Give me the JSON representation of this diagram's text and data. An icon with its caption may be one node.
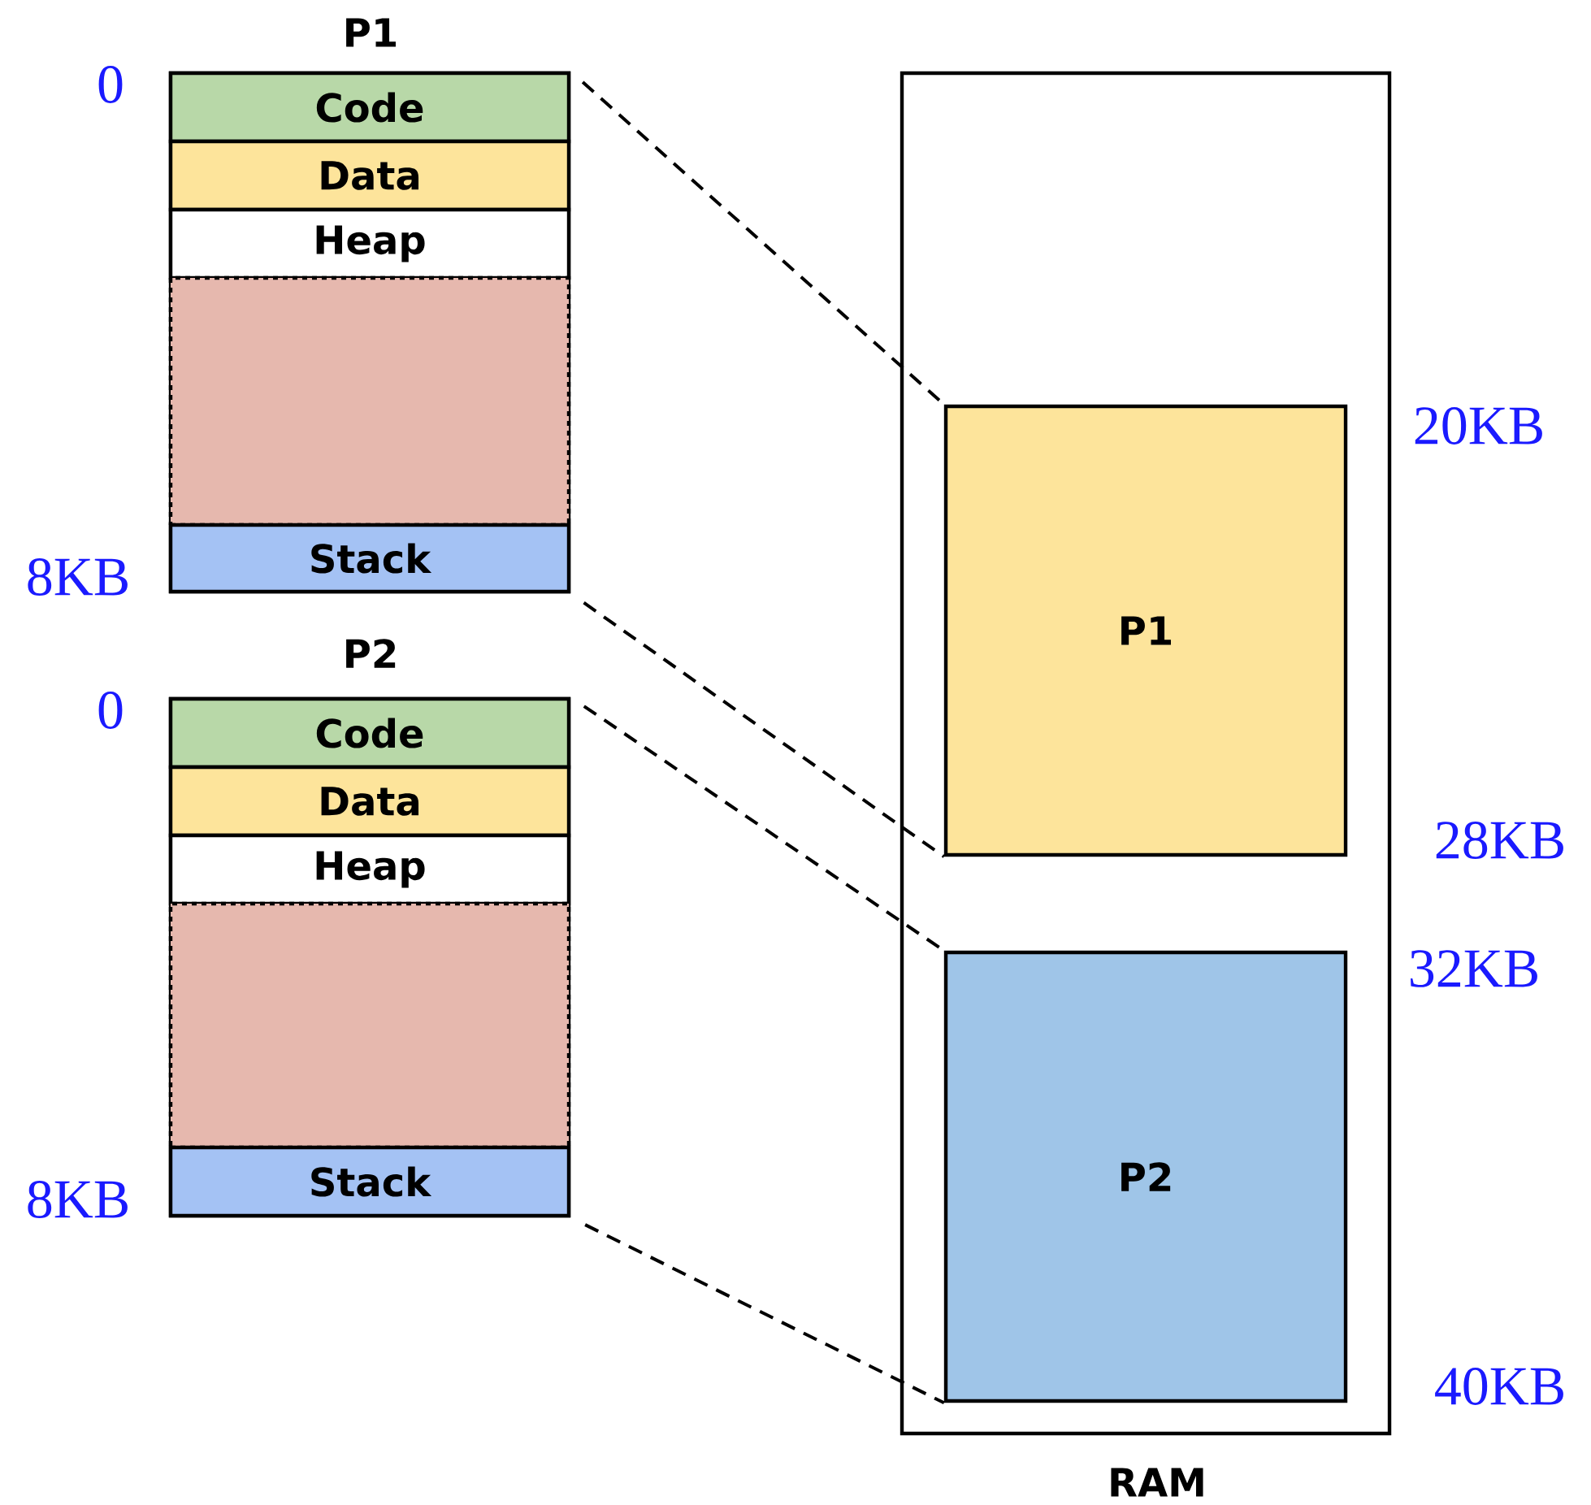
{
  "diagram": {
    "nodes": [
      {
        "text": [
          "P1"
        ]
      },
      {
        "text": [
          "Code"
        ],
        "in": 0
      },
      {
        "text": [
          "Data"
        ],
        "in": 0
      },
      {
        "text": [
          "Heap"
        ],
        "in": 0
      },
      {
        "text": [],
        "shape": "box",
        "in": 0
      },
      {
        "text": [
          "Stack"
        ],
        "in": 0
      },
      {
        "text": [
          "P2"
        ]
      },
      {
        "text": [
          "Code"
        ],
        "in": 6
      },
      {
        "text": [
          "Data"
        ],
        "in": 6
      },
      {
        "text": [
          "Heap"
        ],
        "in": 6
      },
      {
        "text": [],
        "shape": "box",
        "in": 6
      },
      {
        "text": [
          "Stack"
        ],
        "in": 6
      },
      {
        "text": [
          "RAM"
        ]
      },
      {
        "text": [
          "P1"
        ],
        "in": 12
      },
      {
        "text": [
          "P2"
        ],
        "in": 12
      }
    ],
    "edges": [
      {
        "from": 1,
        "to": 13,
        "arrow": "none",
        "style": "dashed"
      },
      {
        "from": 5,
        "to": 13,
        "arrow": "none",
        "style": "dashed"
      },
      {
        "from": 7,
        "to": 14,
        "arrow": "none",
        "style": "dashed"
      },
      {
        "from": 11,
        "to": 14,
        "arrow": "none",
        "style": "dashed"
      }
    ],
    "labels": [
      "0",
      "8KB",
      "0",
      "8KB",
      "20KB",
      "28KB",
      "32KB",
      "40KB"
    ]
  }
}
